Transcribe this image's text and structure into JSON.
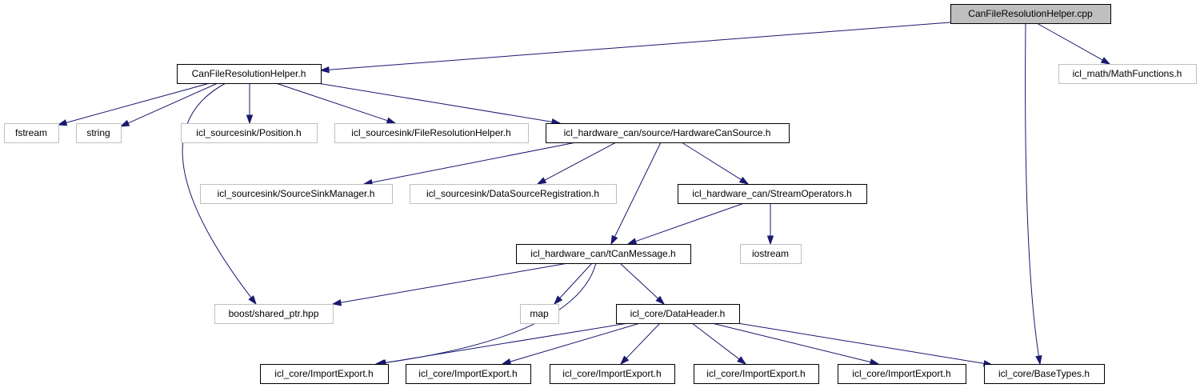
{
  "diagram": {
    "type": "include-dependency-graph",
    "root": "CanFileResolutionHelper.cpp",
    "colors": {
      "edge": "#191970",
      "documented_border": "#000000",
      "external_border": "#bfbfbf",
      "root_fill": "#bfbfbf",
      "background": "#ffffff"
    },
    "nodes": [
      {
        "id": "cpp",
        "label": "CanFileResolutionHelper.cpp",
        "kind": "root"
      },
      {
        "id": "h",
        "label": "CanFileResolutionHelper.h",
        "kind": "documented"
      },
      {
        "id": "math",
        "label": "icl_math/MathFunctions.h",
        "kind": "external"
      },
      {
        "id": "fstream",
        "label": "fstream",
        "kind": "external"
      },
      {
        "id": "string",
        "label": "string",
        "kind": "external"
      },
      {
        "id": "position",
        "label": "icl_sourcesink/Position.h",
        "kind": "external"
      },
      {
        "id": "filereshelper",
        "label": "icl_sourcesink/FileResolutionHelper.h",
        "kind": "external"
      },
      {
        "id": "hwcansource",
        "label": "icl_hardware_can/source/HardwareCanSource.h",
        "kind": "documented"
      },
      {
        "id": "sourcesinkmgr",
        "label": "icl_sourcesink/SourceSinkManager.h",
        "kind": "external"
      },
      {
        "id": "datasourcereg",
        "label": "icl_sourcesink/DataSourceRegistration.h",
        "kind": "external"
      },
      {
        "id": "streamops",
        "label": "icl_hardware_can/StreamOperators.h",
        "kind": "documented"
      },
      {
        "id": "tcanmsg",
        "label": "icl_hardware_can/tCanMessage.h",
        "kind": "documented"
      },
      {
        "id": "iostream",
        "label": "iostream",
        "kind": "external"
      },
      {
        "id": "sharedptr",
        "label": "boost/shared_ptr.hpp",
        "kind": "external"
      },
      {
        "id": "map",
        "label": "map",
        "kind": "external"
      },
      {
        "id": "dataheader",
        "label": "icl_core/DataHeader.h",
        "kind": "documented"
      },
      {
        "id": "ie1",
        "label": "icl_core/ImportExport.h",
        "kind": "documented"
      },
      {
        "id": "ie2",
        "label": "icl_core/ImportExport.h",
        "kind": "documented"
      },
      {
        "id": "ie3",
        "label": "icl_core/ImportExport.h",
        "kind": "documented"
      },
      {
        "id": "ie4",
        "label": "icl_core/ImportExport.h",
        "kind": "documented"
      },
      {
        "id": "ie5",
        "label": "icl_core/ImportExport.h",
        "kind": "documented"
      },
      {
        "id": "basetypes",
        "label": "icl_core/BaseTypes.h",
        "kind": "documented"
      }
    ],
    "edges": [
      {
        "from": "cpp",
        "to": "h"
      },
      {
        "from": "cpp",
        "to": "math"
      },
      {
        "from": "cpp",
        "to": "basetypes"
      },
      {
        "from": "h",
        "to": "fstream"
      },
      {
        "from": "h",
        "to": "string"
      },
      {
        "from": "h",
        "to": "position"
      },
      {
        "from": "h",
        "to": "filereshelper"
      },
      {
        "from": "h",
        "to": "hwcansource"
      },
      {
        "from": "h",
        "to": "sharedptr"
      },
      {
        "from": "hwcansource",
        "to": "sourcesinkmgr"
      },
      {
        "from": "hwcansource",
        "to": "datasourcereg"
      },
      {
        "from": "hwcansource",
        "to": "streamops"
      },
      {
        "from": "hwcansource",
        "to": "tcanmsg"
      },
      {
        "from": "streamops",
        "to": "tcanmsg"
      },
      {
        "from": "streamops",
        "to": "iostream"
      },
      {
        "from": "tcanmsg",
        "to": "sharedptr"
      },
      {
        "from": "tcanmsg",
        "to": "map"
      },
      {
        "from": "tcanmsg",
        "to": "dataheader"
      },
      {
        "from": "tcanmsg",
        "to": "ie1"
      },
      {
        "from": "dataheader",
        "to": "ie1"
      },
      {
        "from": "dataheader",
        "to": "ie2"
      },
      {
        "from": "dataheader",
        "to": "ie3"
      },
      {
        "from": "dataheader",
        "to": "ie4"
      },
      {
        "from": "dataheader",
        "to": "ie5"
      },
      {
        "from": "dataheader",
        "to": "basetypes"
      }
    ]
  }
}
